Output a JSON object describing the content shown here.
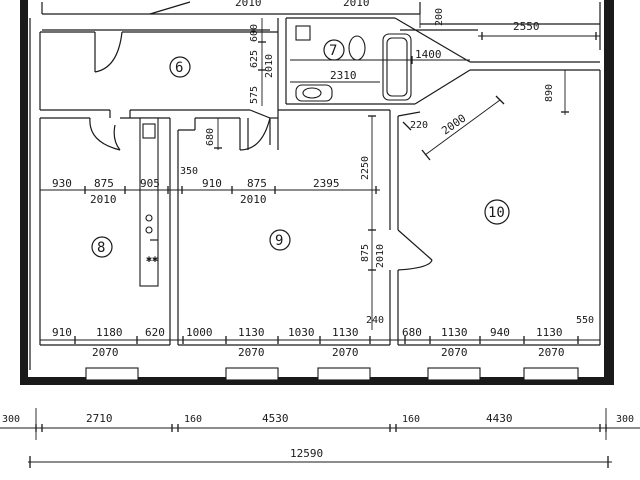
{
  "rooms": {
    "r6": "6",
    "r7": "7",
    "r8": "8",
    "r9": "9",
    "r10": "10"
  },
  "dims": {
    "top_2010_a": "2010",
    "top_2010_b": "2010",
    "top_200": "200",
    "top_2550": "2550",
    "v_600": "600",
    "v_625": "625",
    "v_2010_a": "2010",
    "v_575": "575",
    "bath_1400": "1400",
    "bath_2310": "2310",
    "v_890": "890",
    "v_680": "680",
    "d_220": "220",
    "d_2000": "2000",
    "v_2250": "2250",
    "m_350": "350",
    "m_930": "930",
    "m_875_a": "875",
    "m_905": "905",
    "m_2010_b": "2010",
    "m_910": "910",
    "m_875_b": "875",
    "m_2010_c": "2010",
    "m_2395": "2395",
    "v_875": "875",
    "v_2010_b": "2010",
    "b_240": "240",
    "b_550": "550",
    "b_910": "910",
    "b_1180": "1180",
    "b_620": "620",
    "b_1000": "1000",
    "b_1130_a": "1130",
    "b_1030": "1030",
    "b_1130_b": "1130",
    "b_680": "680",
    "b_1130_c": "1130",
    "b_940": "940",
    "b_1130_d": "1130",
    "w_2070_a": "2070",
    "w_2070_b": "2070",
    "w_2070_c": "2070",
    "w_2070_d": "2070",
    "w_2070_e": "2070",
    "o_300_l": "300",
    "o_2710": "2710",
    "o_160_a": "160",
    "o_4530": "4530",
    "o_160_b": "160",
    "o_4430": "4430",
    "o_300_r": "300",
    "o_total": "12590"
  }
}
